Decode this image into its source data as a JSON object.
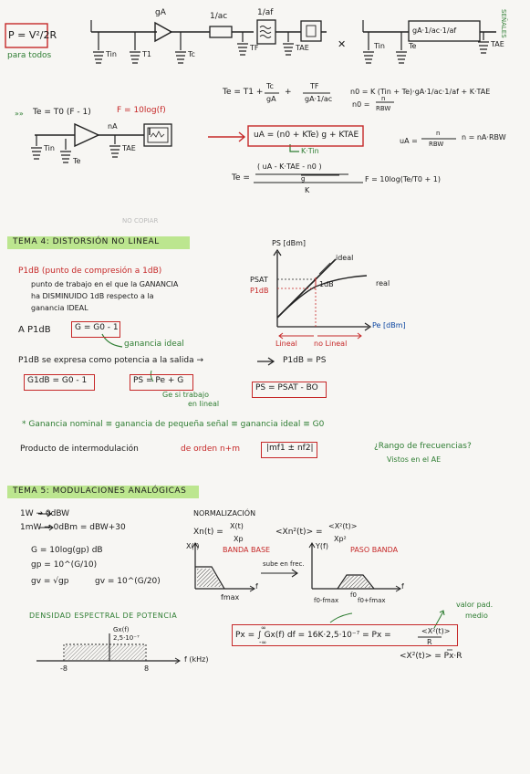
{
  "top": {
    "power_formula": "P = V²/2R",
    "para_todos": "para todos",
    "gA": "gA",
    "inv_gac": "1/ac",
    "inv_af": "1/af",
    "chain_gain": "gA·1/ac·1/af",
    "t_in": "Tin",
    "t_1": "T1",
    "t_c": "Tc",
    "t_f": "TF",
    "t_ae": "TAE",
    "t_in2": "Tin",
    "t_e": "Te",
    "t_ae2": "TAE",
    "cross": "✕",
    "senales": "SEÑALES"
  },
  "noise": {
    "te_formula_lhs": "Te = T1 +",
    "te_frac1_num": "Tc",
    "te_frac1_den": "gA",
    "te_frac2_num": "TF",
    "te_frac2_den": "gA·1/ac",
    "no_formula": "n0 = K (Tin + Te)·gA·1/ac·1/af + K·TAE",
    "no_eq2_lhs": "n0 =",
    "no_eq2_num": "n",
    "no_eq2_den": "RBW",
    "te_tf": "Te = T0 (F - 1)",
    "f_db": "F = 10log(f)",
    "nA": "nA",
    "t_in3": "Tin",
    "t_e3": "Te",
    "t_ae3": "TAE",
    "ua_formula": "uA = (n0 + KTe) g + KTAE",
    "k_tin": "K·Tin",
    "ua_ratio_lhs": "uA =",
    "ua_ratio_num": "n",
    "ua_ratio_den": "RBW",
    "n_formula": "n = nA·RBW",
    "te2_lhs": "Te =",
    "te2_num": "( uA - K·TAE   - n0 )",
    "te2_num_sub": "g",
    "te2_den": "K",
    "f_log": "F = 10log(Te/T0 + 1)",
    "no_copiar": "NO COPIAR"
  },
  "tema4": {
    "title": "TEMA 4: DISTORSIÓN NO LINEAL",
    "p1db_title": "P1dB (punto de compresión a 1dB)",
    "line2": "punto de trabajo en el que la GANANCIA",
    "line3": "ha DISMINUIDO 1dB respecto a la",
    "line4": "ganancia IDEAL",
    "a_p1db": "A P1dB",
    "box_g": "G = G0 - 1",
    "ganancia_ideal": "ganancia ideal",
    "p1db_expresa": "P1dB se expresa como potencia a la salida →",
    "p1db_eq_ps": "P1dB = PS",
    "box_g1db": "G1dB = G0 - 1",
    "box_ps": "PS = Pe + G",
    "box_psat": "PS = PSAT - BO",
    "ge_si_trabajo": "Ge si trabajo",
    "en_lineal": "en lineal",
    "ganancia_nominal": "* Ganancia nominal ≡ ganancia de pequeña señal ≡ ganancia ideal ≡ G0",
    "producto": "Producto de intermodulación",
    "de_orden": "de orden n+m",
    "box_mf": "|mf1 ± nf2|",
    "rango": "¿Rango de frecuencias?",
    "vistos": "Vistos en el AE",
    "graph_ylabel": "PS [dBm]",
    "graph_xlabel": "Pe [dBm]",
    "graph_ideal": "ideal",
    "graph_real": "real",
    "graph_psat": "PSAT",
    "graph_p1db": "P1dB",
    "graph_1db": "1dB",
    "graph_lineal": "Lineal",
    "graph_no_lineal": "no Lineal"
  },
  "tema5": {
    "title": "TEMA 5: MODULACIONES ANALÓGICAS",
    "w_dbw": "1W → 0dBW",
    "mw_dbm": "1mW → 0dBm = dBW+30",
    "g_db": "G = 10log(gp) dB",
    "gp": "gp = 10^(G/10)",
    "gv": "gv = √gp",
    "gv2": "gv = 10^(G/20)",
    "normalizacion": "NORMALIZACIÓN",
    "xn": "Xn(t) =",
    "xn_num": "X(t)",
    "xn_den": "Xp",
    "xn2_lhs": "<Xn²(t)> =",
    "xn2_num": "<X²(t)>",
    "xn2_den": "Xp²",
    "banda_base": "BANDA BASE",
    "paso_banda": "PASO BANDA",
    "sube_en_frec": "sube en frec.",
    "x_f": "X(f)",
    "y_f": "Y(f)",
    "fmax": "fmax",
    "f_axis": "f",
    "f_axis2": "f",
    "f0_minus": "f0-fmax",
    "f0": "f0",
    "f0_plus": "f0+fmax",
    "valor_pad": "valor pad.",
    "medio": "medio",
    "densidad": "DENSIDAD ESPECTRAL DE POTENCIA",
    "gx_label": "Gx(f)",
    "gx_val": "2,5·10⁻⁷",
    "neg8": "-8",
    "pos8": "8",
    "f_khz": "f (kHz)",
    "px_formula": "Px = ∫ Gx(f) df = 16K·2,5·10⁻⁷ = Px =",
    "px_num": "<X²(t)>",
    "px_den": "R",
    "px_int_hi": "∞",
    "px_int_lo": "-∞",
    "x2_eq": "<X²(t)> = Px·R"
  }
}
